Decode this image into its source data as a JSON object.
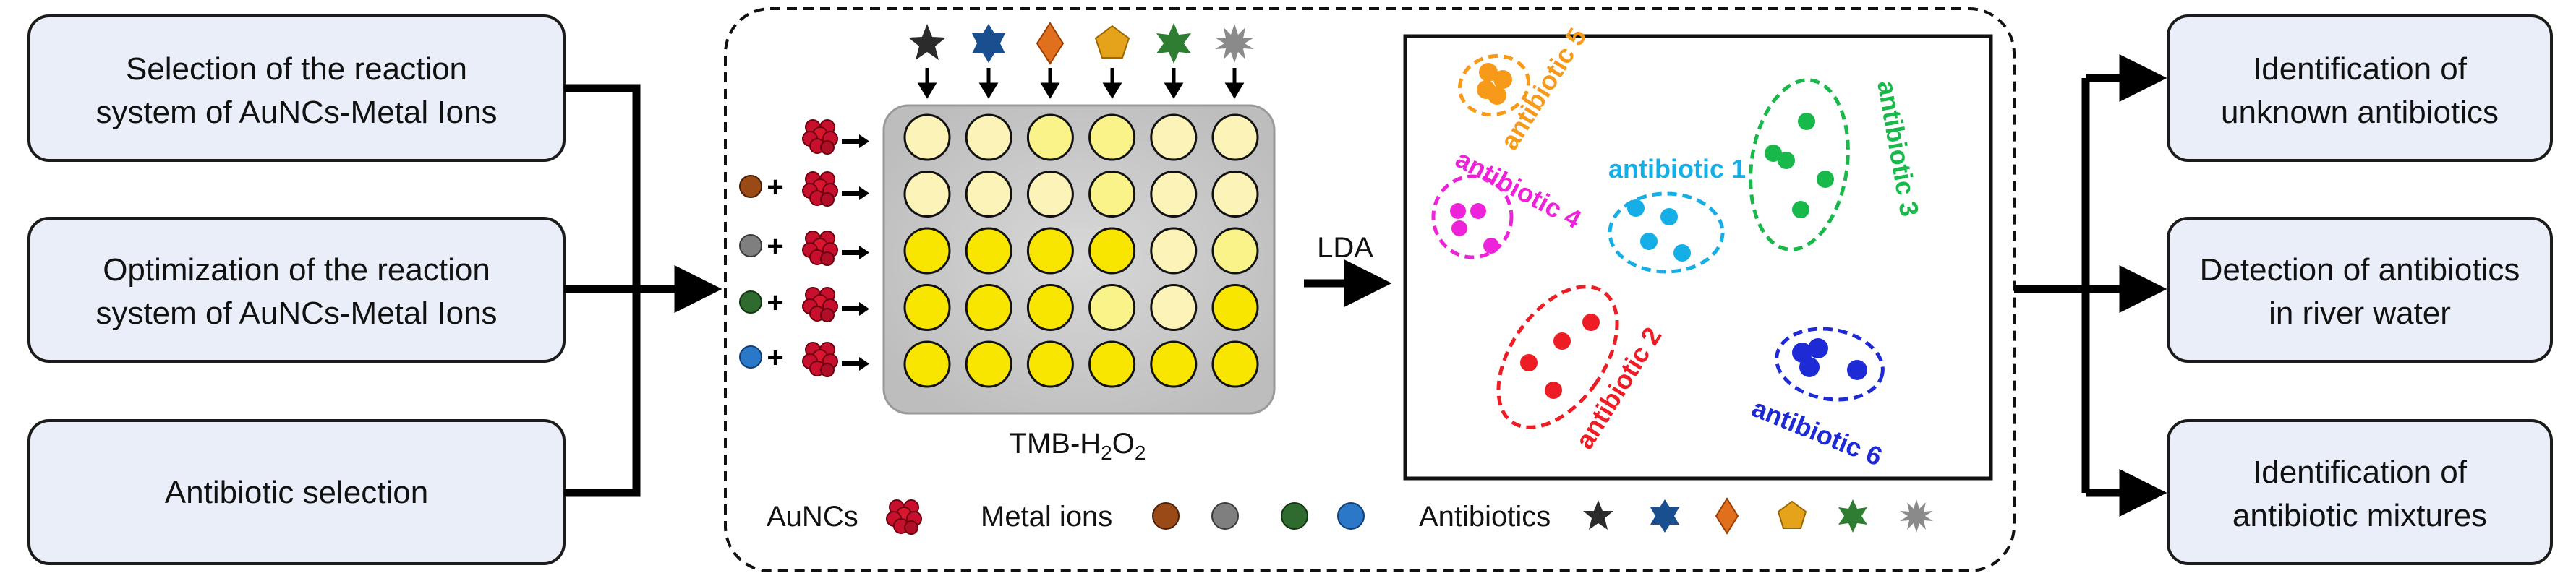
{
  "left_steps": [
    {
      "lines": [
        "Selection of the reaction",
        "system of AuNCs-Metal Ions"
      ]
    },
    {
      "lines": [
        "Optimization of the reaction",
        "system of AuNCs-Metal Ions"
      ]
    },
    {
      "lines": [
        "Antibiotic selection"
      ]
    }
  ],
  "right_outcomes": [
    {
      "lines": [
        "Identification of",
        "unknown antibiotics"
      ]
    },
    {
      "lines": [
        "Detection of antibiotics",
        "in river water"
      ]
    },
    {
      "lines": [
        "Identification of",
        "antibiotic mixtures"
      ]
    }
  ],
  "assay": {
    "substrate_label_main": "TMB-H",
    "substrate_label_sub1": "2",
    "substrate_label_mid": "O",
    "substrate_label_sub2": "2",
    "method_label": "LDA",
    "antibiotic_icons": [
      "star-icon",
      "hexagram-icon",
      "diamond-icon",
      "pentagon-icon",
      "six-point-star-icon",
      "starburst-icon"
    ],
    "antibiotic_icon_colors": [
      "#2b2b2b",
      "#1a4f8f",
      "#e0701e",
      "#e5a21b",
      "#2f7d32",
      "#8a8a8a"
    ],
    "metal_ion_colors": [
      "#9a4a17",
      "#7f7f7f",
      "#2f6a2f",
      "#2b77c8"
    ],
    "plate_colors": [
      [
        "#fbf3b8",
        "#fbf3b8",
        "#faf38a",
        "#faf38a",
        "#fbf3b8",
        "#fbf3b8"
      ],
      [
        "#fbf3b8",
        "#fbf3b8",
        "#fbf3b8",
        "#faf38a",
        "#fbf3b8",
        "#fbf3b8"
      ],
      [
        "#f8e600",
        "#f8e600",
        "#f8e600",
        "#f8e600",
        "#fbf3b8",
        "#faf38a"
      ],
      [
        "#f8e600",
        "#f8e600",
        "#f8e600",
        "#faf38a",
        "#fbf3b8",
        "#f8e600"
      ],
      [
        "#f8e600",
        "#f8e600",
        "#f8e600",
        "#f8e600",
        "#f8e600",
        "#f8e600"
      ]
    ]
  },
  "lda_clusters": [
    {
      "label": "antibiotic 1",
      "color": "#16aee6"
    },
    {
      "label": "antibiotic 2",
      "color": "#ee1c24"
    },
    {
      "label": "antibiotic 3",
      "color": "#19b84a"
    },
    {
      "label": "antibiotic 4",
      "color": "#ee22d9"
    },
    {
      "label": "antibiotic 5",
      "color": "#f79a1a"
    },
    {
      "label": "antibiotic 6",
      "color": "#1e2ad6"
    }
  ],
  "legend": {
    "aunc_label": "AuNCs",
    "metal_label": "Metal ions",
    "antibiotics_label": "Antibiotics"
  }
}
